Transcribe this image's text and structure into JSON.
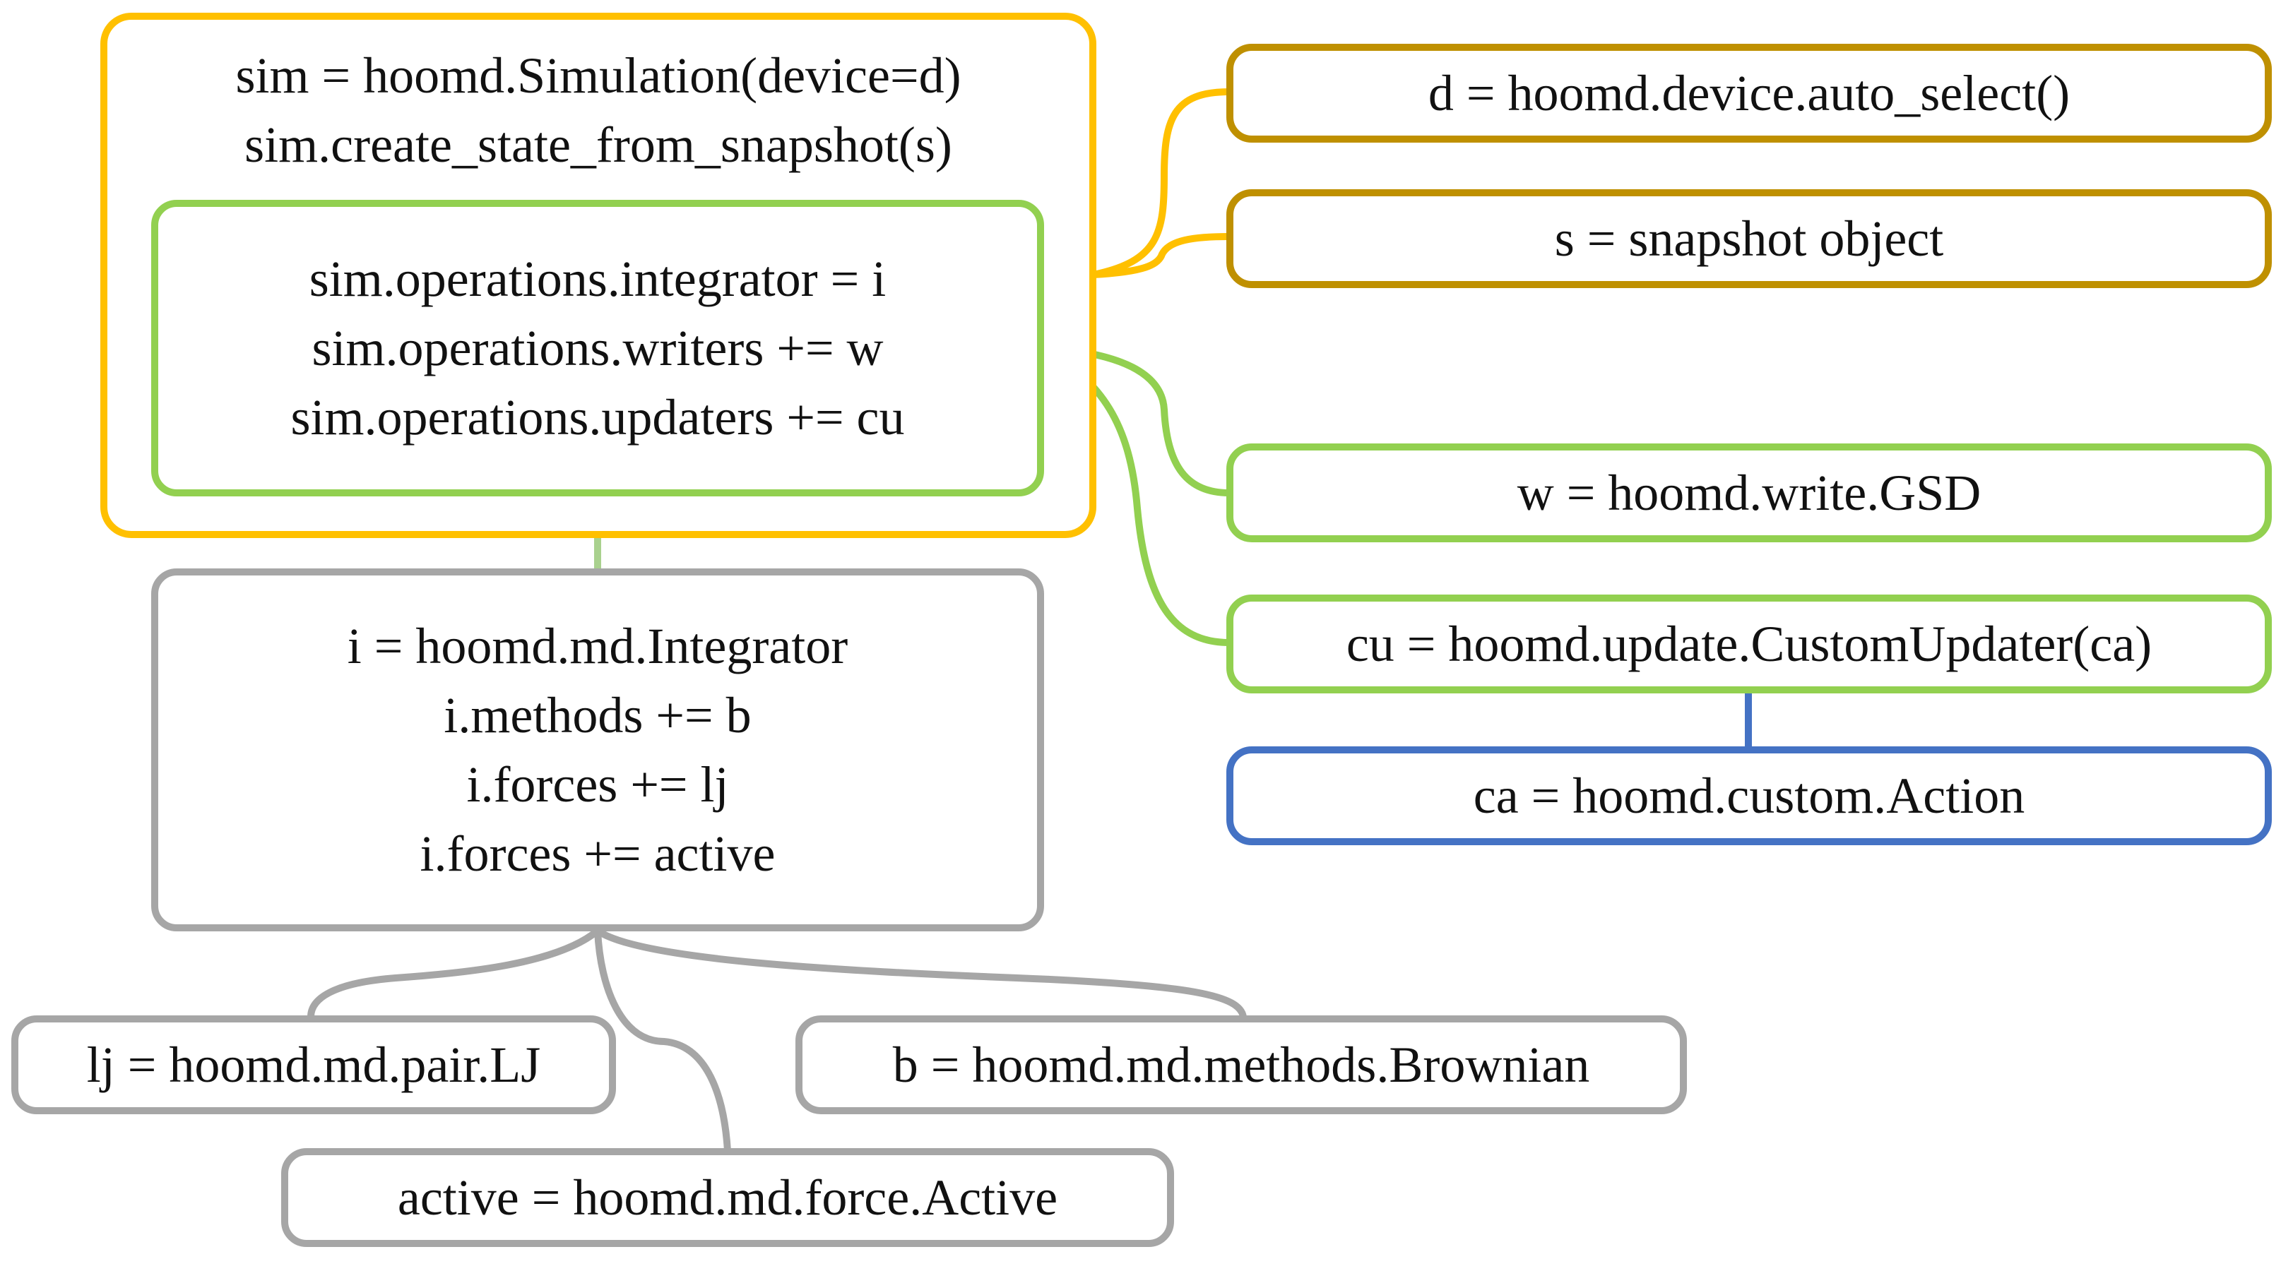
{
  "diagram": {
    "simulation_box": {
      "lines": [
        "sim = hoomd.Simulation(device=d)",
        "sim.create_state_from_snapshot(s)"
      ]
    },
    "operations_box": {
      "lines": [
        "sim.operations.integrator = i",
        "sim.operations.writers += w",
        "sim.operations.updaters += cu"
      ]
    },
    "integrator_box": {
      "lines": [
        "i = hoomd.md.Integrator",
        "i.methods += b",
        "i.forces += lj",
        "i.forces += active"
      ]
    },
    "device_box": {
      "label": "d = hoomd.device.auto_select()"
    },
    "snapshot_box": {
      "label": "s = snapshot object"
    },
    "writer_box": {
      "label": "w = hoomd.write.GSD"
    },
    "updater_box": {
      "label": "cu = hoomd.update.CustomUpdater(ca)"
    },
    "action_box": {
      "label": "ca = hoomd.custom.Action"
    },
    "lj_box": {
      "label": "lj = hoomd.md.pair.LJ"
    },
    "brownian_box": {
      "label": "b = hoomd.md.methods.Brownian"
    },
    "active_box": {
      "label": "active = hoomd.md.force.Active"
    },
    "colors": {
      "simulation": "#FFC000",
      "device_snapshot": "#BF9000",
      "operations": "#92D050",
      "integrator": "#A6A6A6",
      "action": "#4472C4"
    }
  }
}
